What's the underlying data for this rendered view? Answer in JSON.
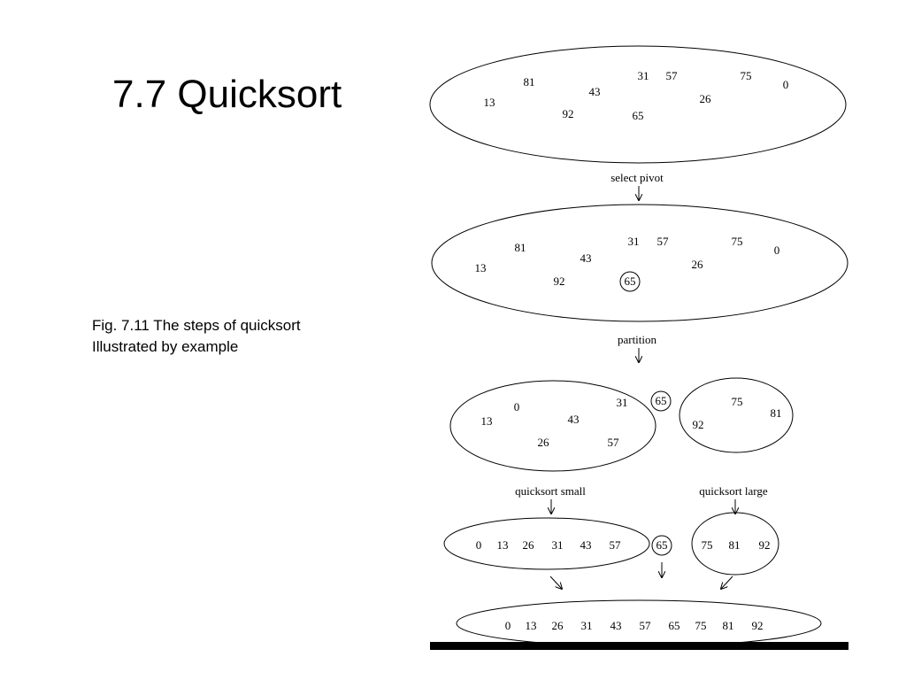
{
  "title": "7.7 Quicksort",
  "caption": {
    "line1": "Fig. 7.11 The steps of quicksort",
    "line2": "Illustrated by example"
  },
  "figure": {
    "set_initial": [
      "81",
      "31",
      "57",
      "75",
      "0",
      "13",
      "43",
      "26",
      "92",
      "65"
    ],
    "label_select_pivot": "select pivot",
    "set_pivot": [
      "81",
      "31",
      "57",
      "75",
      "0",
      "13",
      "43",
      "26",
      "92",
      "65"
    ],
    "label_partition": "partition",
    "set_small": [
      "0",
      "31",
      "13",
      "43",
      "26",
      "57"
    ],
    "pivot_mid": "65",
    "set_large": [
      "75",
      "81",
      "92"
    ],
    "label_quicksort_small": "quicksort small",
    "label_quicksort_large": "quicksort large",
    "sorted_small": [
      "0",
      "13",
      "26",
      "31",
      "43",
      "57"
    ],
    "pivot_sorted": "65",
    "sorted_large": [
      "75",
      "81",
      "92"
    ],
    "final_sorted": [
      "0",
      "13",
      "26",
      "31",
      "43",
      "57",
      "65",
      "75",
      "81",
      "92"
    ]
  }
}
